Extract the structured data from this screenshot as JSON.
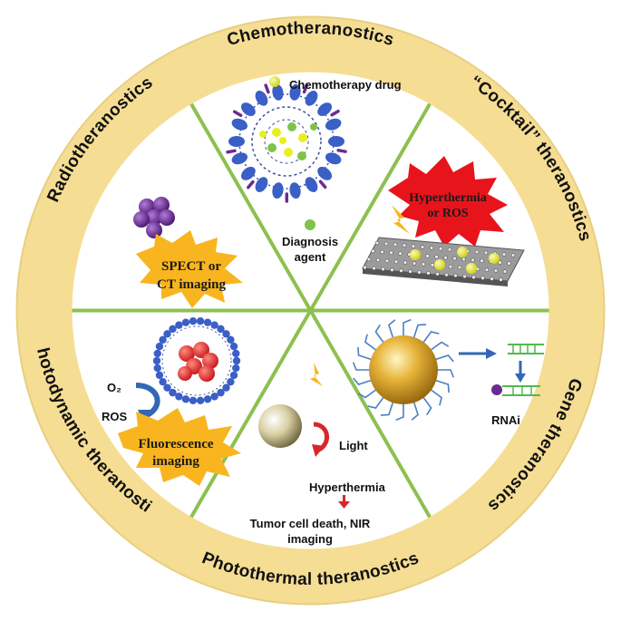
{
  "ring": {
    "top": "Chemotheranostics",
    "upper_right": "“Cocktail” theranostics",
    "lower_right": "Gene theranostics",
    "bottom": "Photothermal theranostics",
    "lower_left": "Photodynamic theranostics",
    "upper_left": "Radiotheranostics"
  },
  "chemo": {
    "drug_label": "Chemotherapy drug",
    "agent_line1": "Diagnosis",
    "agent_line2": "agent"
  },
  "cocktail": {
    "burst_line1": "Hyperthermia",
    "burst_line2": "or ROS"
  },
  "radio": {
    "burst_line1": "SPECT or",
    "burst_line2": "CT imaging"
  },
  "photodynamic": {
    "o2": "O₂",
    "ros": "ROS",
    "burst_line1": "Fluorescence",
    "burst_line2": "imaging"
  },
  "photothermal": {
    "light": "Light",
    "hyperthermia": "Hyperthermia",
    "result_line1": "Tumor cell death, NIR",
    "result_line2": "imaging"
  },
  "gene": {
    "rnai": "RNAi"
  },
  "colors": {
    "ring": "#f5dd93",
    "divider": "#8dc04f",
    "micelle_head": "#3a5fc6",
    "purple": "#6b2c91",
    "yellow_dot": "#e7ef20",
    "green_dot": "#7fc34a",
    "burst_red": "#e8141c",
    "burst_yellow": "#f8b51f",
    "red_core": "#e32626",
    "gold": "#d9a62e",
    "arrow_blue": "#3167b6",
    "arrow_red": "#d8262b",
    "rna_green": "#52b84f"
  }
}
